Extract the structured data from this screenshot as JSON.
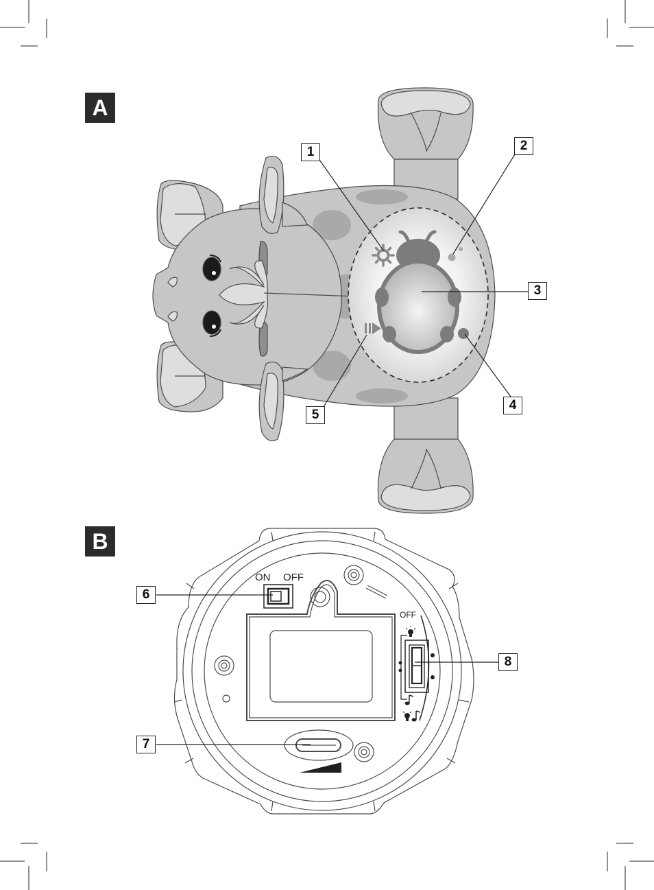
{
  "sections": {
    "a_label": "A",
    "b_label": "B"
  },
  "callouts": {
    "c1": "1",
    "c2": "2",
    "c3": "3",
    "c4": "4",
    "c5": "5",
    "c6": "6",
    "c7": "7",
    "c8": "8"
  },
  "power_switch": {
    "on_label": "ON",
    "off_label": "OFF"
  },
  "mode_switch": {
    "off_label": "OFF"
  },
  "icons": {
    "light": "sun-icon",
    "play_pause": "play-pause-icon",
    "bulb": "bulb-icon",
    "music": "music-note-icon"
  },
  "colors": {
    "body": "#c6c6c6",
    "spots": "#a9a9a9",
    "ladybug": "#7c7c7c",
    "outline": "#4a4a4a",
    "badge": "#2b2b2b"
  }
}
